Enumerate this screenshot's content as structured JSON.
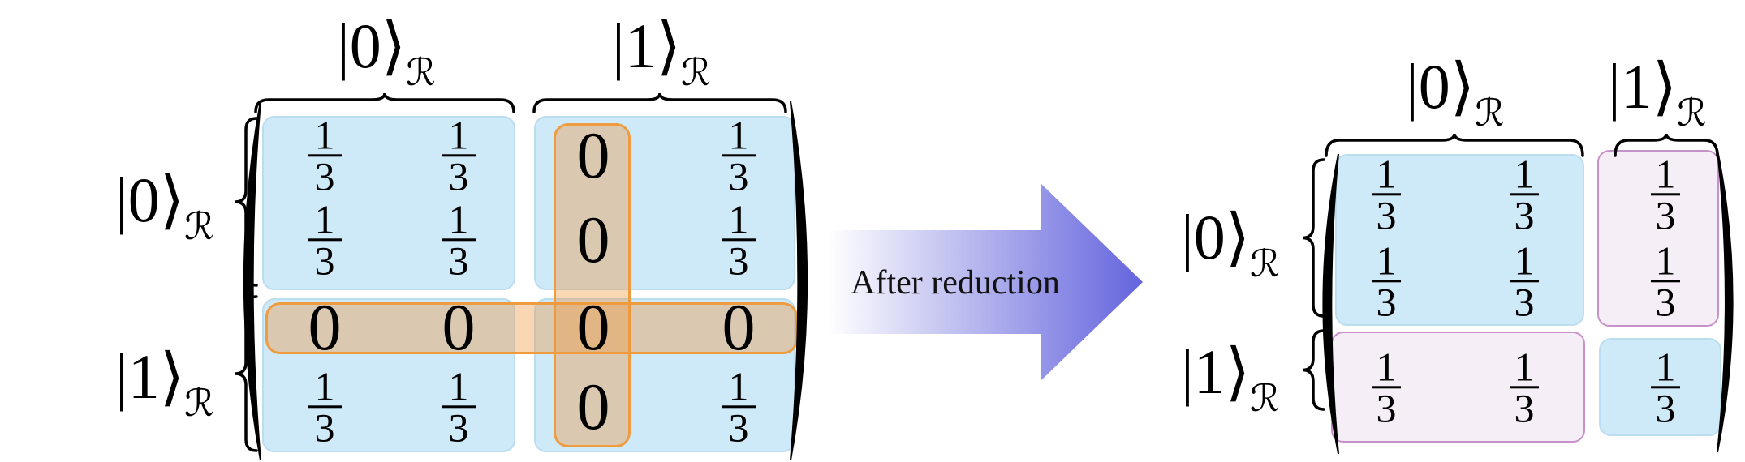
{
  "arrow": {
    "label": "After reduction"
  },
  "left_matrix": {
    "col_labels": [
      {
        "ket": "|0⟩",
        "sub": "ℛ"
      },
      {
        "ket": "|1⟩",
        "sub": "ℛ"
      }
    ],
    "row_labels": [
      {
        "ket": "|0⟩",
        "sub": "ℛ"
      },
      {
        "ket": "|1⟩",
        "sub": "ℛ"
      }
    ],
    "cells": [
      [
        "1/3",
        "1/3",
        "0",
        "1/3"
      ],
      [
        "1/3",
        "1/3",
        "0",
        "1/3"
      ],
      [
        "0",
        "0",
        "0",
        "0"
      ],
      [
        "1/3",
        "1/3",
        "0",
        "1/3"
      ]
    ]
  },
  "right_matrix": {
    "col_labels": [
      {
        "ket": "|0⟩",
        "sub": "ℛ"
      },
      {
        "ket": "|1⟩",
        "sub": "ℛ"
      }
    ],
    "row_labels": [
      {
        "ket": "|0⟩",
        "sub": "ℛ"
      },
      {
        "ket": "|1⟩",
        "sub": "ℛ"
      }
    ],
    "cells": [
      [
        "1/3",
        "1/3",
        "1/3"
      ],
      [
        "1/3",
        "1/3",
        "1/3"
      ],
      [
        "1/3",
        "1/3",
        "1/3"
      ]
    ]
  },
  "colors": {
    "block_blue_fill": "#cee9f7",
    "block_blue_border": "#bcdcf0",
    "block_pink_fill": "#f6eef6",
    "block_pink_border": "#c791ca",
    "zero_band_fill": "rgba(238,150,60,0.38)",
    "zero_band_border": "#ef9b3f",
    "arrow_start": "#ffffff",
    "arrow_mid": "#b9b9ef",
    "arrow_end": "#6464de"
  }
}
